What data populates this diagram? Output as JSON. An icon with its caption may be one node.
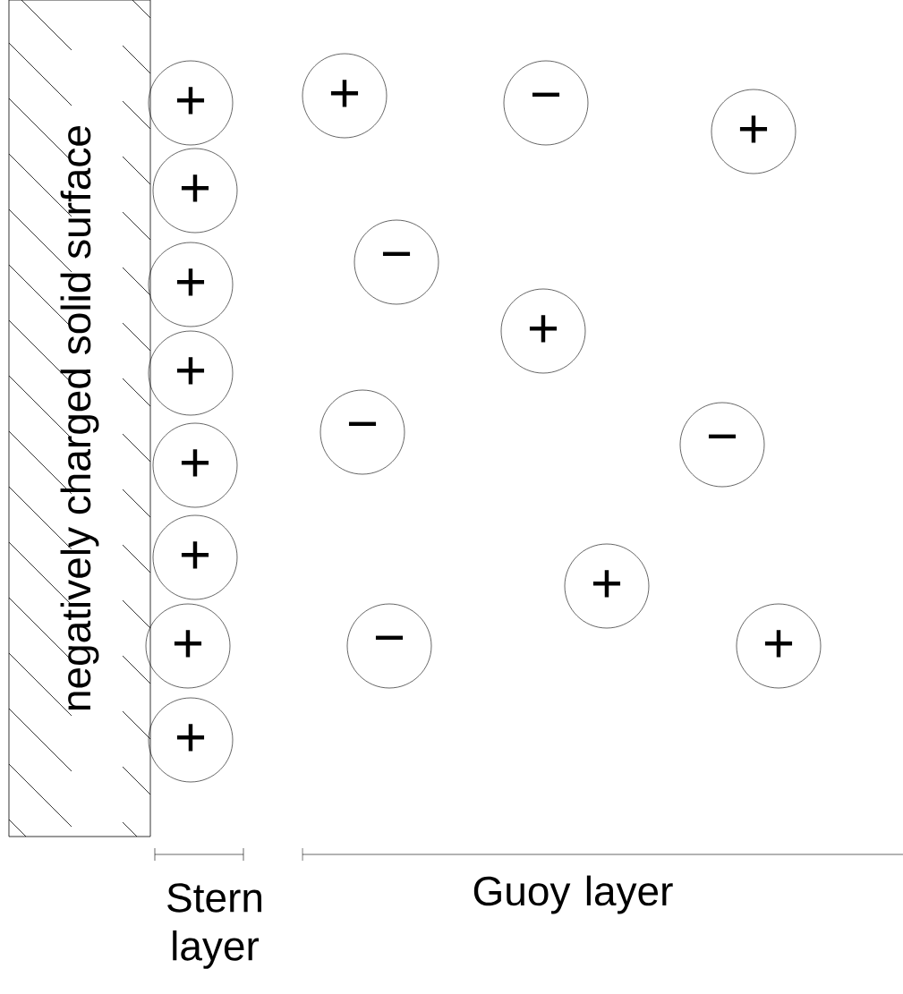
{
  "diagram": {
    "nodes": [
      {
        "text": [
          "negatively charged solid surface"
        ]
      },
      {
        "text": [
          "+"
        ]
      },
      {
        "text": [
          "+"
        ]
      },
      {
        "text": [
          "+"
        ]
      },
      {
        "text": [
          "+"
        ]
      },
      {
        "text": [
          "+"
        ]
      },
      {
        "text": [
          "+"
        ]
      },
      {
        "text": [
          "+"
        ]
      },
      {
        "text": [
          "+"
        ]
      },
      {
        "text": [
          "+"
        ]
      },
      {
        "text": [
          "−"
        ]
      },
      {
        "text": [
          "+"
        ]
      },
      {
        "text": [
          "−"
        ]
      },
      {
        "text": [
          "+"
        ]
      },
      {
        "text": [
          "−"
        ]
      },
      {
        "text": [
          "−"
        ]
      },
      {
        "text": [
          "+"
        ]
      },
      {
        "text": [
          "−"
        ]
      },
      {
        "text": [
          "+"
        ]
      }
    ],
    "labels": [
      "Stern layer",
      "Guoy layer"
    ]
  }
}
